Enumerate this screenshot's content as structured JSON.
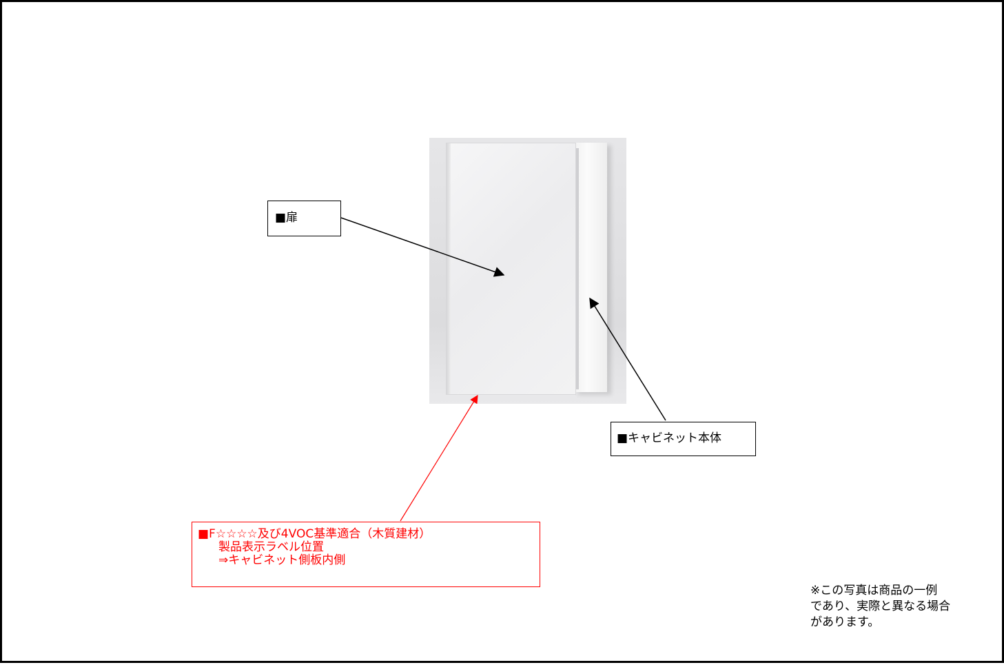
{
  "labels": {
    "door": "■扉",
    "cabinet_body": "■キャビネット本体",
    "compliance": {
      "line1": "■F☆☆☆☆及び4VOC基準適合（木質建材）",
      "line2": "製品表示ラベル位置",
      "line3": "⇒キャビネット側板内側"
    }
  },
  "note": {
    "line1": "※この写真は商品の一例",
    "line2": "であり、実際と異なる場合",
    "line3": "があります。"
  },
  "colors": {
    "border": "#000000",
    "compliance": "#ff0000"
  }
}
